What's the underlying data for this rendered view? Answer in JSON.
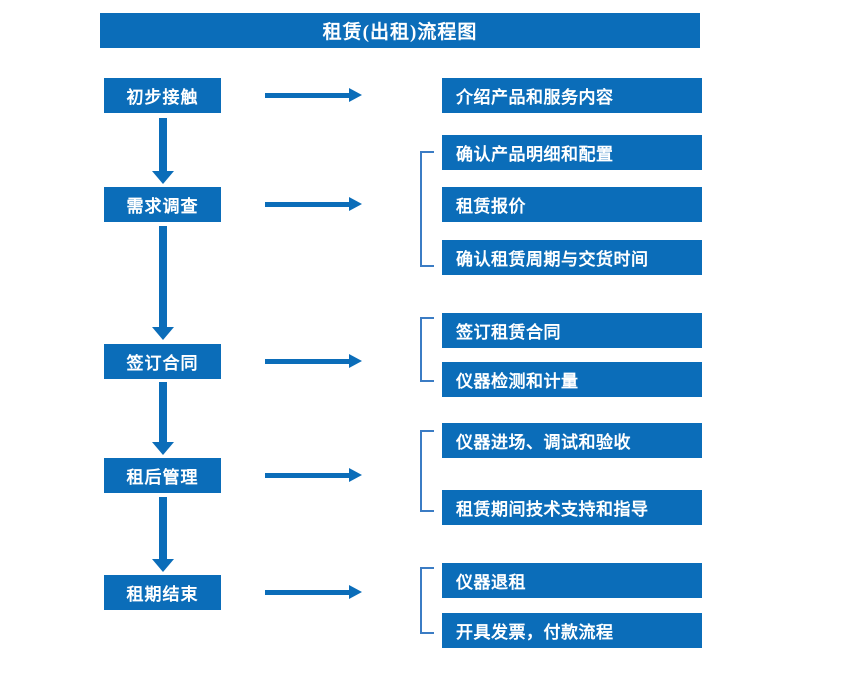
{
  "title": "租赁(出租)流程图",
  "colors": {
    "primary": "#0B6DB9",
    "bracket": "#3B7CC4",
    "text_on_primary": "#ffffff",
    "background": "#ffffff"
  },
  "stages": [
    {
      "label": "初步接触"
    },
    {
      "label": "需求调查"
    },
    {
      "label": "签订合同"
    },
    {
      "label": "租后管理"
    },
    {
      "label": "租期结束"
    }
  ],
  "details": [
    {
      "label": "介绍产品和服务内容"
    },
    {
      "label": "确认产品明细和配置"
    },
    {
      "label": "租赁报价"
    },
    {
      "label": "确认租赁周期与交货时间"
    },
    {
      "label": "签订租赁合同"
    },
    {
      "label": "仪器检测和计量"
    },
    {
      "label": "仪器进场、调试和验收"
    },
    {
      "label": "租赁期间技术支持和指导"
    },
    {
      "label": "仪器退租"
    },
    {
      "label": "开具发票，付款流程"
    }
  ],
  "icons": {
    "flow_arrow_right": "right-arrow-icon",
    "flow_arrow_down": "down-arrow-icon",
    "group_bracket": "bracket-icon"
  }
}
